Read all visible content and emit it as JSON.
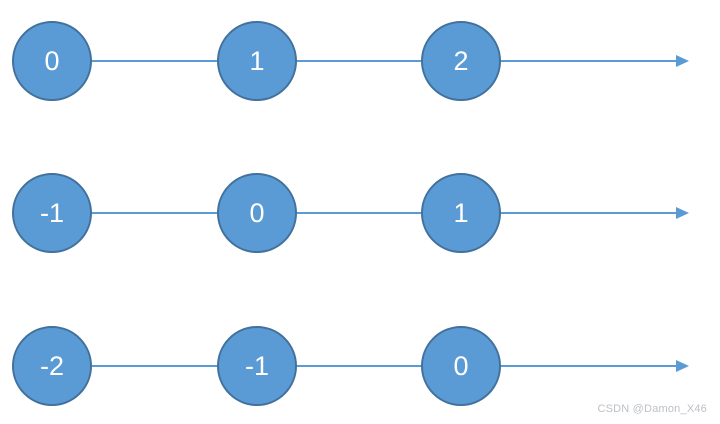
{
  "diagram": {
    "rows": [
      {
        "labels": [
          "0",
          "1",
          "2"
        ]
      },
      {
        "labels": [
          "-1",
          "0",
          "1"
        ]
      },
      {
        "labels": [
          "-2",
          "-1",
          "0"
        ]
      }
    ]
  },
  "colors": {
    "background": "#FFFFFF",
    "node_fill": "#5B9BD5",
    "node_border": "#41719C",
    "arrow_line": "#5B9BD5",
    "node_text": "#FFFFFF",
    "watermark_text": "#BCC0C6"
  },
  "watermark": {
    "text": "CSDN @Damon_X46"
  }
}
